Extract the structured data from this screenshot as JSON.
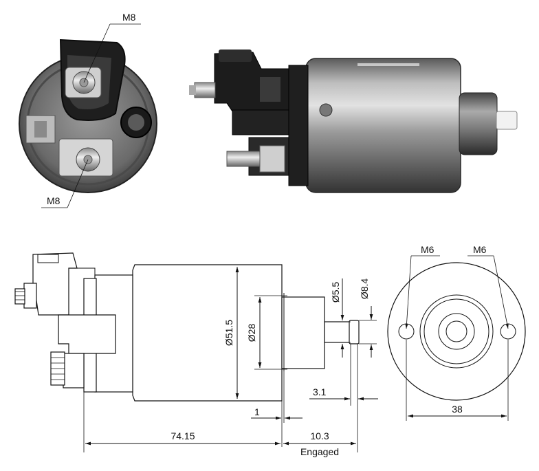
{
  "photo_top_left": {
    "label_top": "M8",
    "label_bottom": "M8"
  },
  "drawing_side": {
    "dim_total_length": "74.15",
    "dim_engaged_travel": "10.3",
    "engaged_label": "Engaged",
    "dim_offset": "1",
    "dim_plunger_tip": "3.1",
    "dim_body_diameter": "Ø51.5",
    "dim_plunger_diameter": "Ø28",
    "dim_rod_small": "Ø5.5",
    "dim_rod_large": "Ø8.4"
  },
  "drawing_front": {
    "thread_left": "M6",
    "thread_right": "M6",
    "dim_hole_spacing": "38"
  }
}
